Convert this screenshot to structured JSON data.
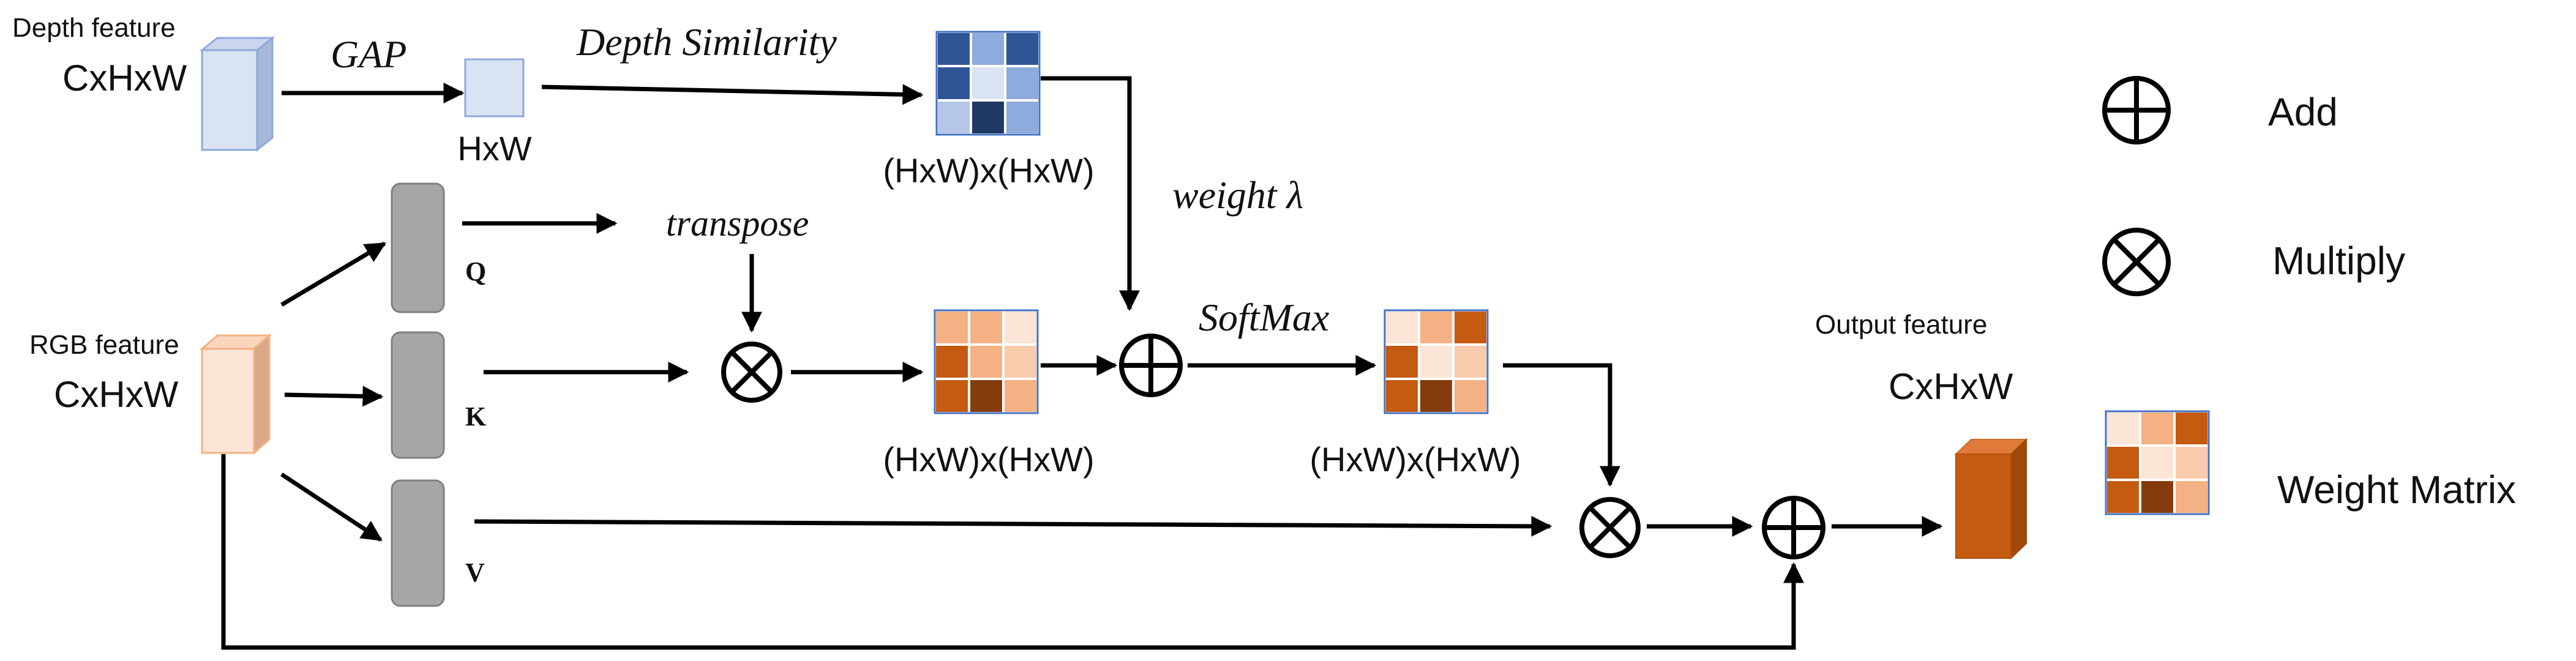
{
  "depth_branch": {
    "feature_label": "Depth feature",
    "dim_label": "CxHxW",
    "gap_label": "GAP",
    "pooled_dim_label": "HxW",
    "similarity_label": "Depth Similarity",
    "matrix_dim_label": "(HxW)x(HxW)",
    "weight_label": "weight  λ"
  },
  "rgb_branch": {
    "feature_label": "RGB feature",
    "dim_label": "CxHxW",
    "q_label": "Q",
    "k_label": "K",
    "v_label": "V",
    "transpose_label": "transpose",
    "attn_dim_label": "(HxW)x(HxW)",
    "softmax_label": "SoftMax",
    "softmax_dim_label": "(HxW)x(HxW)"
  },
  "output": {
    "feature_label": "Output feature",
    "dim_label": "CxHxW"
  },
  "legend": {
    "add_label": "Add",
    "multiply_label": "Multiply",
    "weight_matrix_label": "Weight Matrix"
  },
  "colors": {
    "depth_fill": "#dae3f3",
    "depth_edge": "#8eaadb",
    "rgb_fill": "#fbe5d6",
    "rgb_edge": "#f4b183",
    "qkv_fill": "#a6a6a6",
    "qkv_edge": "#808080",
    "output_front": "#c55a11",
    "output_top": "#e07a3a",
    "output_side": "#a04808",
    "blue_matrix": [
      "#2f5597",
      "#8faadc",
      "#2f5597",
      "#2f5597",
      "#dae3f3",
      "#8faadc",
      "#b4c7e7",
      "#1f3864",
      "#8faadc"
    ],
    "orange_matrix": [
      "#f4b183",
      "#f4b183",
      "#fbe5d6",
      "#c55a11",
      "#f4b183",
      "#f8cbad",
      "#c55a11",
      "#843c0c",
      "#f4b183"
    ],
    "softmax_matrix": [
      "#fbe5d6",
      "#f4b183",
      "#c55a11",
      "#c55a11",
      "#fbe5d6",
      "#f8cbad",
      "#c55a11",
      "#843c0c",
      "#f4b183"
    ],
    "legend_matrix": [
      "#fbe5d6",
      "#f4b183",
      "#c55a11",
      "#c55a11",
      "#fbe5d6",
      "#f8cbad",
      "#c55a11",
      "#843c0c",
      "#f4b183"
    ]
  }
}
